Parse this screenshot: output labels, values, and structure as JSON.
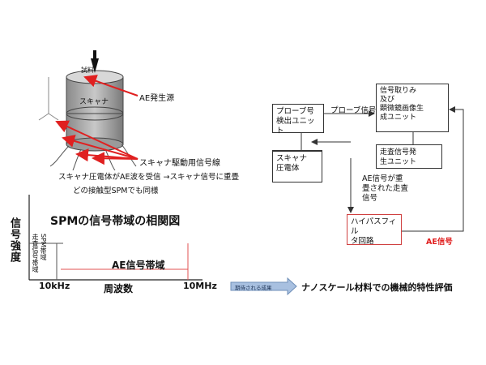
{
  "left": {
    "labels": {
      "sample": "試料",
      "scanner": "スキャナ",
      "ae_source": "AE発生源",
      "drive_signal": "スキャナ駆動用信号線",
      "note1": "スキャナ圧電体がAE波を受信 →スキャナ信号に重畳",
      "note2": "どの接触型SPMでも同様"
    }
  },
  "chart": {
    "title": "SPMの信号帯域の相関図",
    "ylabel": "信号強度",
    "band_spm": "SPM帯域",
    "band_scan": "走査信号帯域",
    "band_ae": "AE信号帯域",
    "tick_low": "10kHz",
    "tick_high": "10MHz",
    "xlabel": "周波数"
  },
  "chart_data": {
    "type": "bar",
    "title": "SPMの信号帯域の相関図",
    "xlabel": "周波数",
    "ylabel": "信号強度",
    "x_ticks": [
      "10kHz",
      "10MHz"
    ],
    "bands": [
      {
        "name": "SPM帯域",
        "from": "0",
        "to": "10kHz"
      },
      {
        "name": "走査信号帯域",
        "from": "0",
        "to": "10kHz"
      },
      {
        "name": "AE信号帯域",
        "from": "10kHz",
        "to": "10MHz"
      }
    ]
  },
  "right": {
    "probe_unit": "プローブ号\n検出ユニット",
    "probe_signal": "プローブ信号",
    "acq_unit": "信号取りみ\n及び\n顕微鏡画像生\n成ユニット",
    "scanner_piezo": "スキャナ\n圧電体",
    "scan_gen": "走査信号発\n生ユニット",
    "ae_superposed": "AE信号が重\n畳された走査\n信号",
    "hpf": "ハイパスフィル\nタ回路",
    "ae_signal": "AE信号"
  },
  "bottom": {
    "arrow_label": "期待される成果",
    "conclusion": "ナノスケール材料での機械的特性評価"
  },
  "colors": {
    "accent": "#e02020",
    "hpf_border": "#d04040",
    "band_line": "#e05050"
  }
}
